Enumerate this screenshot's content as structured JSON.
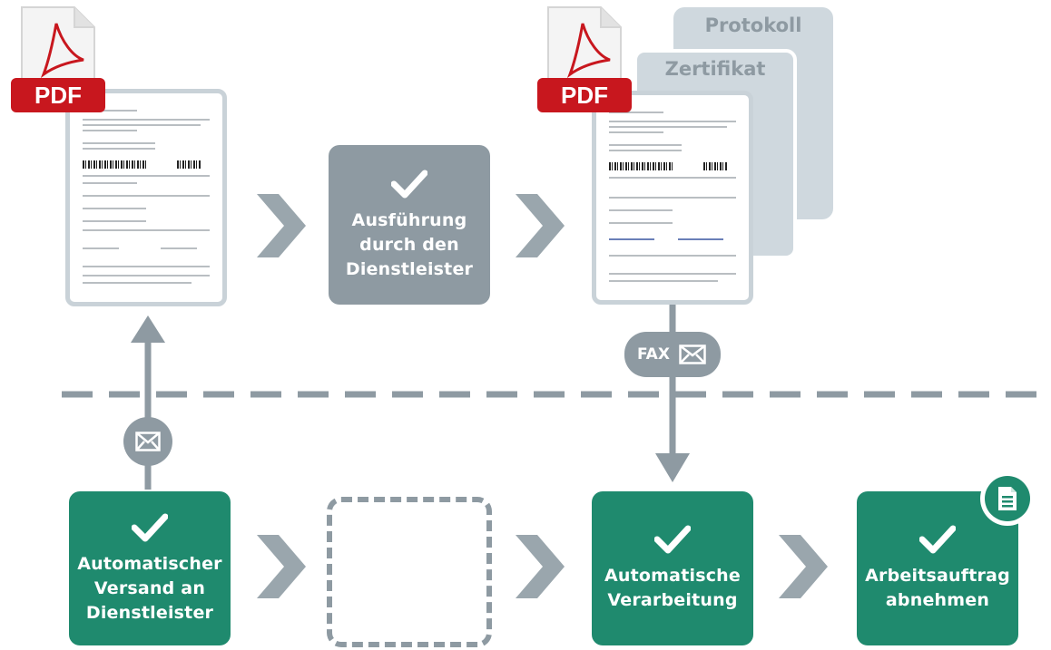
{
  "documents": {
    "pdf_label": "PDF",
    "sheet_back": "Protokoll",
    "sheet_middle": "Zertifikat"
  },
  "top_row": {
    "step1_label": "Ausführung\ndurch den\nDienstleister"
  },
  "connectors": {
    "fax_label": "FAX"
  },
  "bottom_row": {
    "step_send": "Automatischer\nVersand an\nDienstleister",
    "step_process": "Automatische\nVerarbeitung",
    "step_accept": "Arbeitsauftrag\nabnehmen"
  },
  "colors": {
    "gray_box": "#8e9aa2",
    "green_box": "#1f8a6e",
    "pdf_red": "#c8171e",
    "arrow": "#9aa6ad"
  },
  "icons": [
    "pdf-icon",
    "checkmark-icon",
    "chevron-right-icon",
    "envelope-icon",
    "fax-icon",
    "document-badge-icon"
  ]
}
